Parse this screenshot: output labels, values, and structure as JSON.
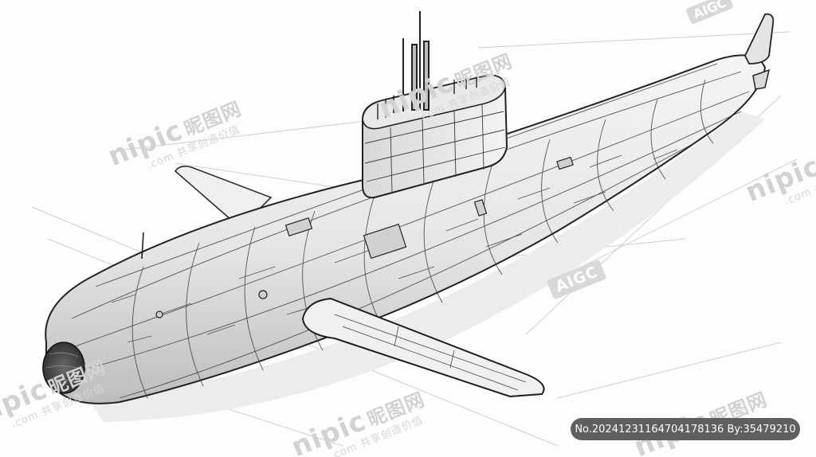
{
  "watermark": {
    "brand": "nipic",
    "brand_zh": "昵图网",
    "domain_line": ".com 共享创造价值",
    "aigc_label": "AIGC"
  },
  "image_id_badge": "No.20241231164704178136 By:35479210",
  "subject": "submarine-sketch",
  "colors": {
    "paper": "#fdfdfd",
    "ink": "#2a2a2a",
    "badge": "#5f5f5f",
    "watermark": "#d4d4d4"
  }
}
